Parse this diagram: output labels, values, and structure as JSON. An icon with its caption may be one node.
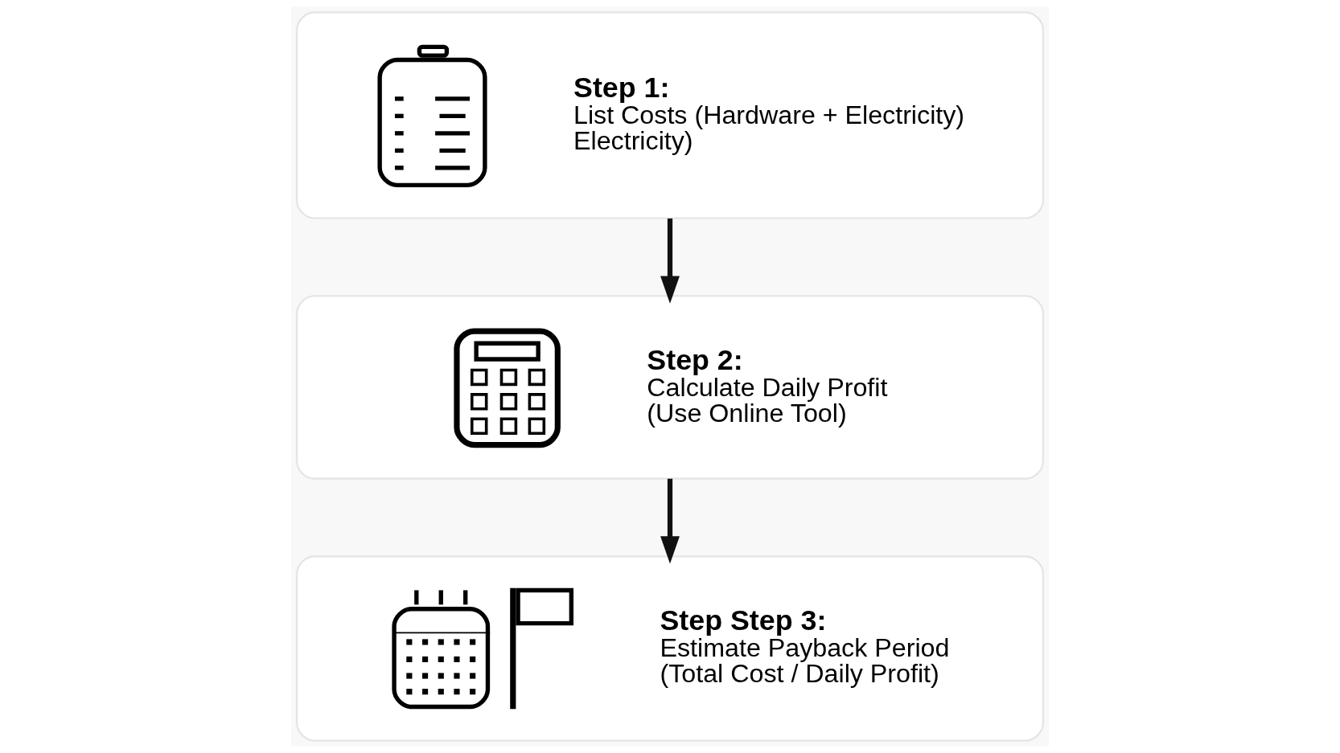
{
  "diagram": {
    "nodes": [
      {
        "text": [
          "Step 1:",
          "List Costs (Hardware + Electricity) Electricity)"
        ]
      },
      {
        "text": [
          "Step 2:",
          "Calculate Daily Profit (Use Online Tool)"
        ]
      },
      {
        "text": [
          "Step Step 3:",
          "Estimate Payback Period (Total Cost / Daily Profit)"
        ]
      }
    ],
    "edges": [
      {
        "from": 0,
        "to": 1,
        "arrow": "to"
      },
      {
        "from": 1,
        "to": 2,
        "arrow": "to"
      }
    ]
  }
}
